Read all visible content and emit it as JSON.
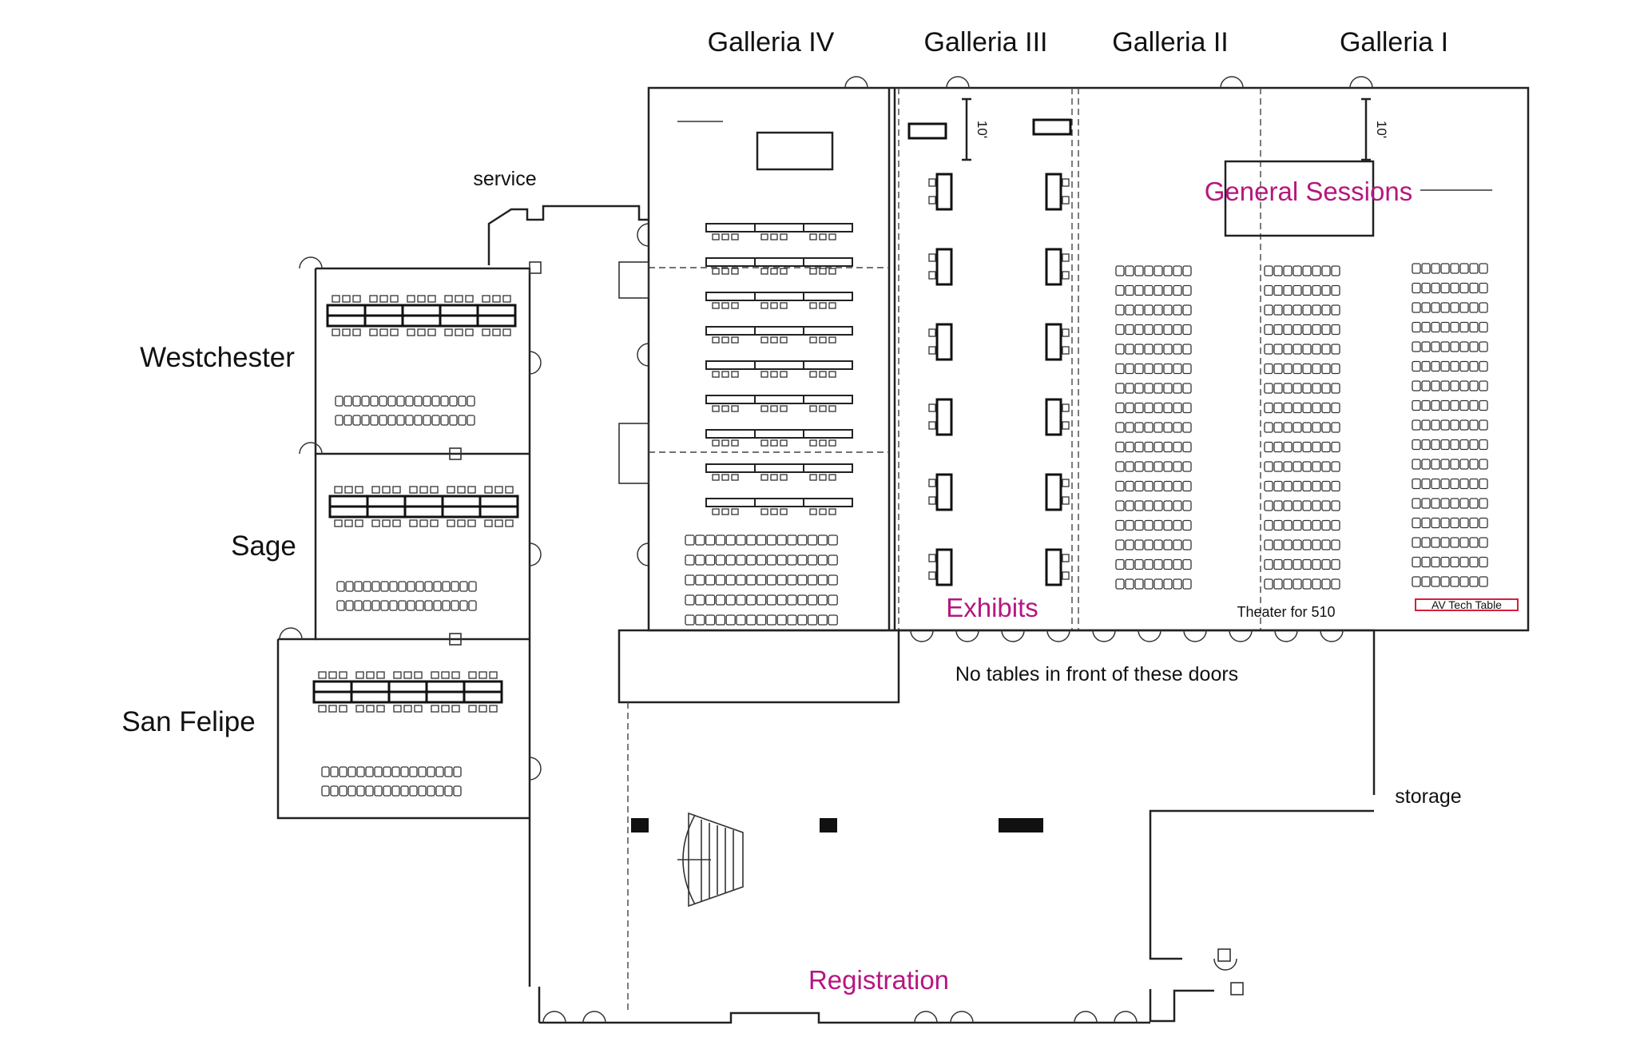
{
  "rooms": {
    "westchester": "Westchester",
    "sage": "Sage",
    "san_felipe": "San Felipe",
    "galleria_iv": "Galleria IV",
    "galleria_iii": "Galleria III",
    "galleria_ii": "Galleria II",
    "galleria_i": "Galleria I"
  },
  "labels": {
    "service": "service",
    "storage": "storage",
    "no_tables": "No tables in front of these doors",
    "theater": "Theater for 510",
    "av_tech": "AV Tech Table",
    "dimension": "10'"
  },
  "areas": {
    "general_sessions": "General Sessions",
    "exhibits": "Exhibits",
    "registration": "Registration"
  },
  "colors": {
    "area_label": "#b5177f",
    "av_label": "#d81e3c",
    "line": "#222222"
  }
}
